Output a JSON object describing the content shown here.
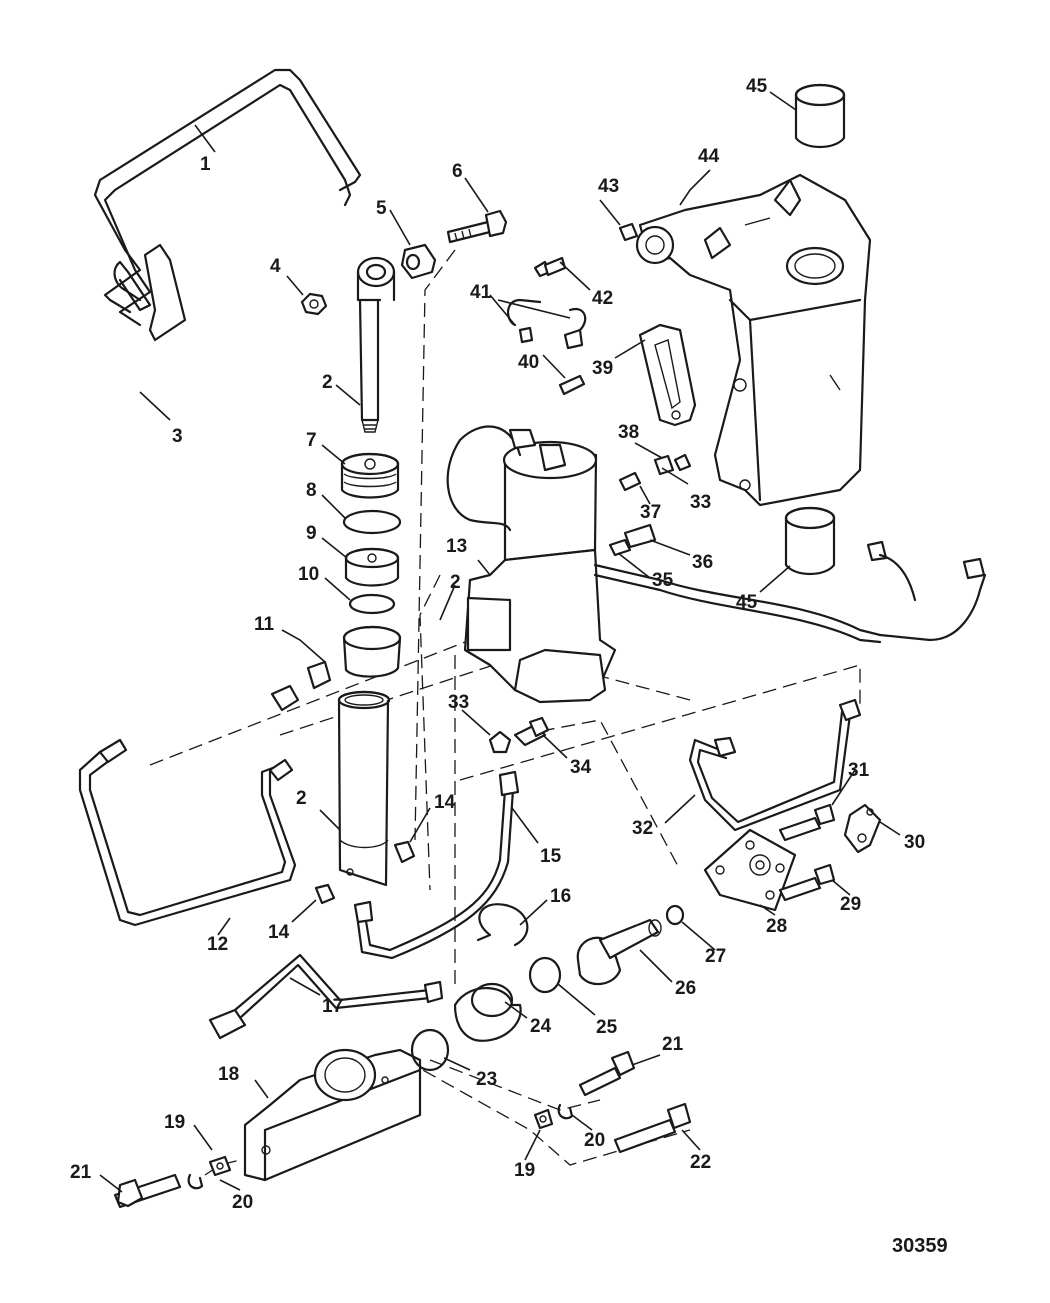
{
  "figure_number": "30359",
  "callouts": {
    "c1": "1",
    "c2a": "2",
    "c2b": "2",
    "c2c": "2",
    "c3": "3",
    "c4": "4",
    "c5": "5",
    "c6": "6",
    "c7": "7",
    "c8": "8",
    "c9": "9",
    "c10": "10",
    "c11": "11",
    "c12": "12",
    "c13": "13",
    "c14a": "14",
    "c14b": "14",
    "c15": "15",
    "c16": "16",
    "c17": "17",
    "c18": "18",
    "c19a": "19",
    "c19b": "19",
    "c20a": "20",
    "c20b": "20",
    "c21a": "21",
    "c21b": "21",
    "c22": "22",
    "c23": "23",
    "c24": "24",
    "c25": "25",
    "c26": "26",
    "c27": "27",
    "c28": "28",
    "c29": "29",
    "c30": "30",
    "c31": "31",
    "c32": "32",
    "c33a": "33",
    "c33b": "33",
    "c34": "34",
    "c35": "35",
    "c36": "36",
    "c37": "37",
    "c38": "38",
    "c39": "39",
    "c40": "40",
    "c41": "41",
    "c42": "42",
    "c43": "43",
    "c44": "44",
    "c45a": "45",
    "c45b": "45"
  }
}
